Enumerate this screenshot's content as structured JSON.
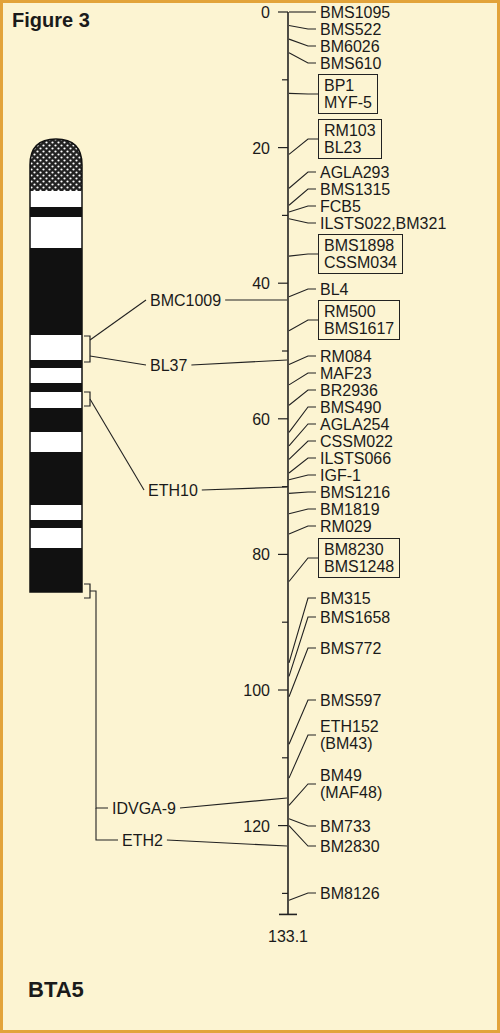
{
  "diagram": {
    "title": "Figure 3",
    "nodes": [
      {
        "text": [
          "BP1",
          "MYF-5"
        ]
      },
      {
        "text": [
          "RM103",
          "BL23"
        ]
      },
      {
        "text": [
          "BMS1898",
          "CSSM034"
        ]
      },
      {
        "text": [
          "RM500",
          "BMS1617"
        ]
      },
      {
        "text": [
          "BM8230",
          "BMS1248"
        ]
      }
    ],
    "labels": [
      "0",
      "20",
      "40",
      "60",
      "80",
      "100",
      "120",
      "133.1",
      "BMS1095",
      "BMS522",
      "BM6026",
      "BMS610",
      "AGLA293",
      "BMS1315",
      "FCB5",
      "ILSTS022,BM321",
      "BL4",
      "RM084",
      "MAF23",
      "BR2936",
      "BMS490",
      "AGLA254",
      "CSSM022",
      "ILSTS066",
      "IGF-1",
      "BMS1216",
      "BM1819",
      "RM029",
      "BM315",
      "BMS1658",
      "BMS772",
      "BMS597",
      "ETH152 (BM43)",
      "BM49 (MAF48)",
      "BM733",
      "BM2830",
      "BM8126",
      "BMC1009",
      "BL37",
      "ETH10",
      "IDVGA-9",
      "ETH2",
      "BTA5"
    ]
  }
}
